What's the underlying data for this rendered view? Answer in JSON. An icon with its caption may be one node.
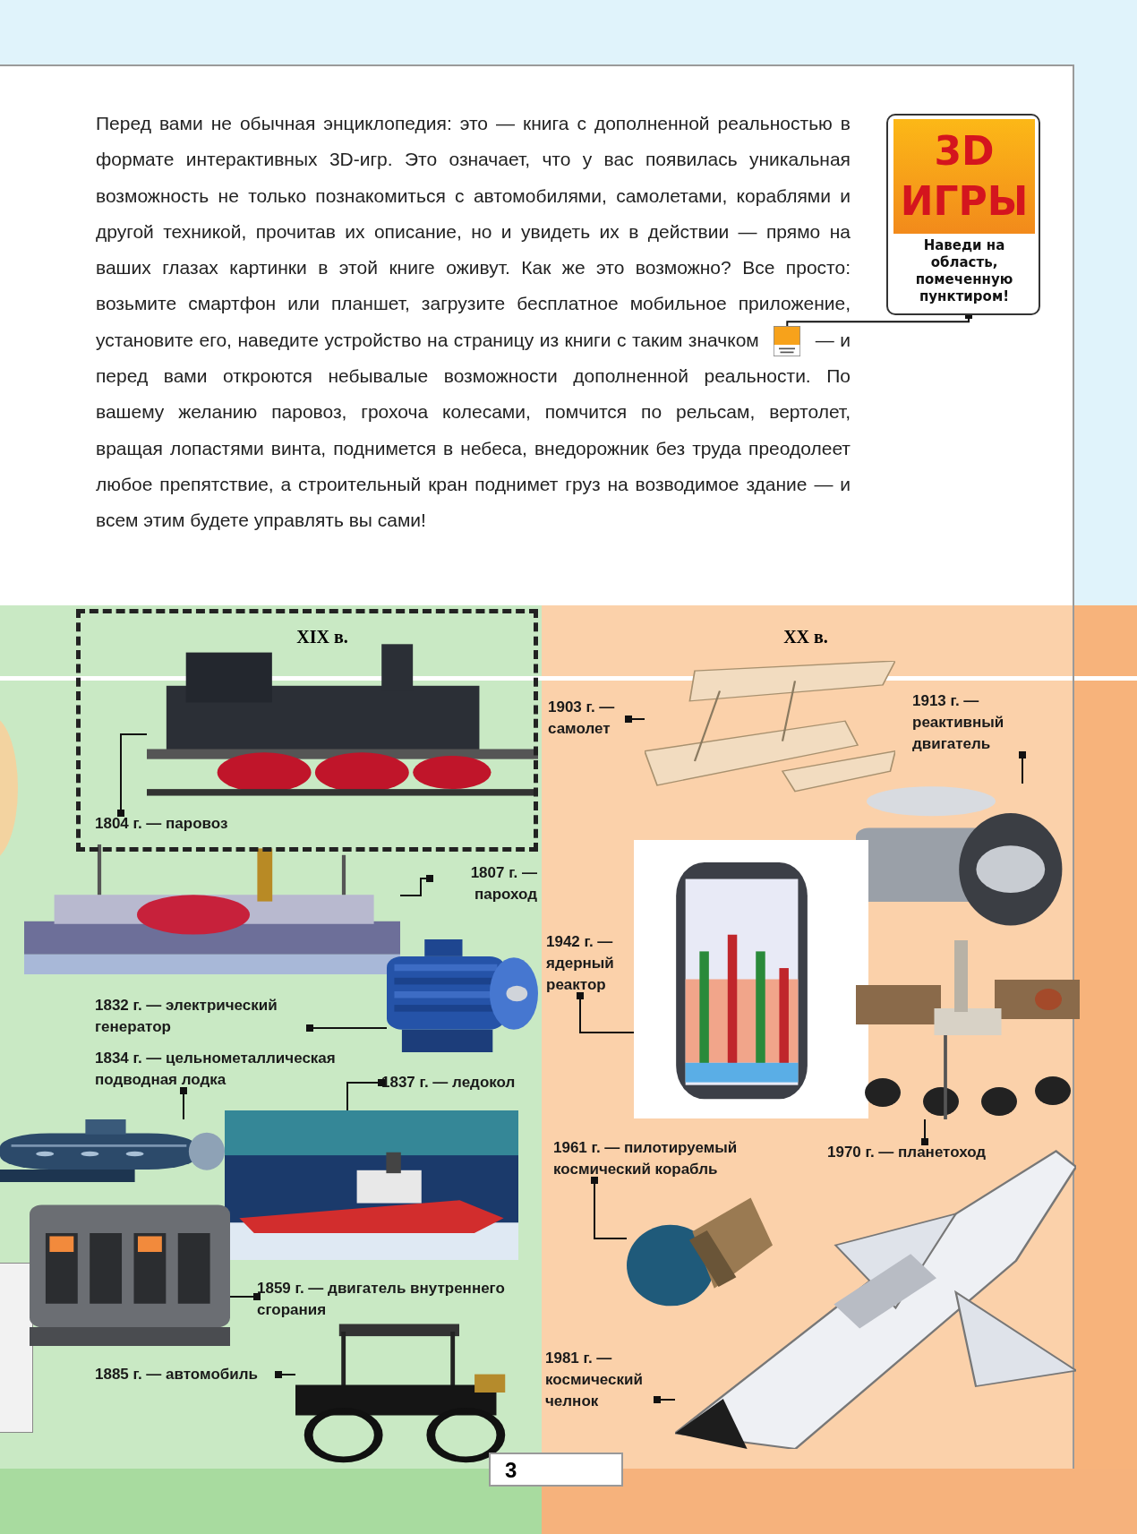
{
  "diagram": {
    "nodes": [
      {
        "text": [
          "3D ИГРЫ",
          "Наведи на область, помеченную пунктиром!"
        ]
      },
      {
        "text": [
          "1804 г. — паровоз"
        ]
      },
      {
        "text": [],
        "shape": "picture"
      },
      {
        "text": [
          "1807 г. — пароход"
        ]
      },
      {
        "text": [],
        "shape": "picture"
      },
      {
        "text": [
          "1832 г. — электрический генератор"
        ]
      },
      {
        "text": [],
        "shape": "picture"
      },
      {
        "text": [
          "1834 г. — цельнометаллическая подводная лодка"
        ]
      },
      {
        "text": [],
        "shape": "picture"
      },
      {
        "text": [
          "1837 г. — ледокол"
        ]
      },
      {
        "text": [],
        "shape": "picture"
      },
      {
        "text": [
          "1859 г. — двигатель внутреннего сгорания"
        ]
      },
      {
        "text": [],
        "shape": "picture"
      },
      {
        "text": [
          "1885 г. — автомобиль"
        ]
      },
      {
        "text": [],
        "shape": "picture"
      },
      {
        "text": [
          "1903 г. — самолет"
        ]
      },
      {
        "text": [],
        "shape": "picture"
      },
      {
        "text": [
          "1913 г. — реактивный двигатель"
        ]
      },
      {
        "text": [],
        "shape": "picture"
      },
      {
        "text": [
          "1942 г. — ядерный реактор"
        ]
      },
      {
        "text": [],
        "shape": "picture"
      },
      {
        "text": [
          "1961 г. — пилотируемый космический корабль"
        ]
      },
      {
        "text": [],
        "shape": "picture"
      },
      {
        "text": [
          "1970 г. — планетоход"
        ]
      },
      {
        "text": [],
        "shape": "picture"
      },
      {
        "text": [
          "1981 г. — космический челнок"
        ]
      },
      {
        "text": [],
        "shape": "picture"
      },
      {
        "text": [],
        "shape": "picture"
      }
    ],
    "edges": [
      {
        "from": 0,
        "to": 27,
        "arrow": "other"
      },
      {
        "from": 1,
        "to": 2,
        "arrow": "other"
      },
      {
        "from": 3,
        "to": 4,
        "arrow": "other"
      },
      {
        "from": 5,
        "to": 6,
        "arrow": "other"
      },
      {
        "from": 7,
        "to": 8,
        "arrow": "other"
      },
      {
        "from": 9,
        "to": 10,
        "arrow": "other"
      },
      {
        "from": 11,
        "to": 12,
        "arrow": "other"
      },
      {
        "from": 13,
        "to": 14,
        "arrow": "other"
      },
      {
        "from": 15,
        "to": 16,
        "arrow": "other"
      },
      {
        "from": 17,
        "to": 18,
        "arrow": "other"
      },
      {
        "from": 19,
        "to": 20,
        "arrow": "other"
      },
      {
        "from": 21,
        "to": 22,
        "arrow": "other"
      },
      {
        "from": 23,
        "to": 24,
        "arrow": "other"
      },
      {
        "from": 25,
        "to": 26,
        "arrow": "other"
      }
    ],
    "labels": [
      "Перед вами не обычная энциклопедия: это — книга с дополненной реальностью в формате интерактивных 3D-игр. Это означает, что у вас появилась уникальная возможность не только познакомиться с автомобилями, самолетами, кораблями и другой техникой, прочитав их описание, но и увидеть их в действии — прямо на ваших глазах картинки в этой книге оживут. Как же это возможно? Все просто: возьмите смартфон или планшет, загрузите бесплатное мобильное приложение, установите его, наведите устройство на страницу из книги с таким значком",
      "— и перед вами откроются небывалые возможности дополненной реальности. По вашему желанию паровоз, грохоча колесами, помчится по рельсам, вертолет, вращая лопастями винта, поднимется в небеса, внедорожник без труда преодолеет любое препятствие, а строительный кран поднимет груз на возводимое здание — и всем этим будете управлять вы сами!",
      "XIX в.",
      "XX в.",
      "3"
    ]
  }
}
